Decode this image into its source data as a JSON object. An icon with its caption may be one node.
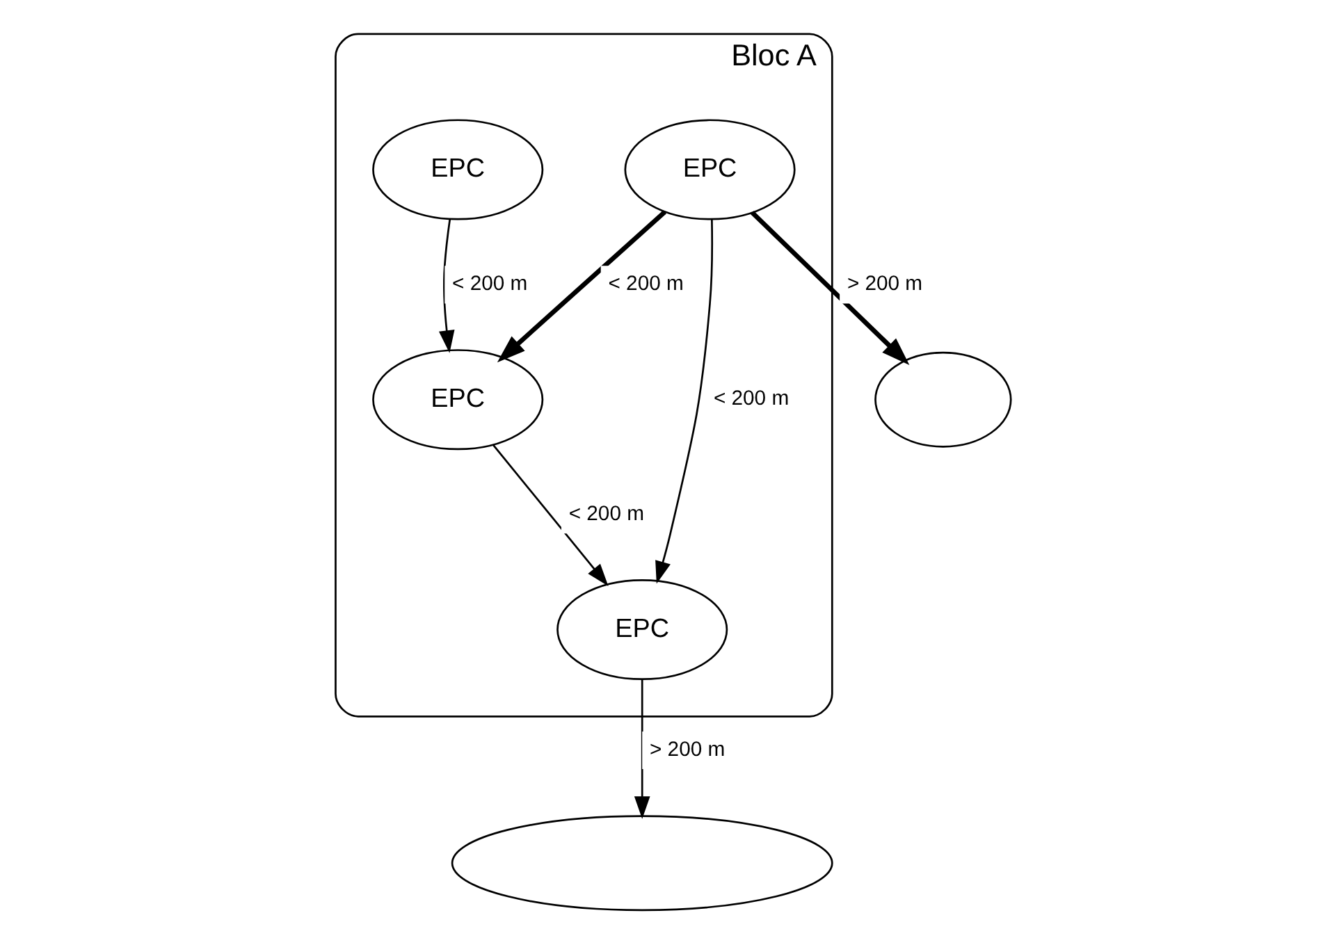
{
  "diagram": {
    "nodes": [
      {
        "text": [
          "Bloc A"
        ]
      },
      {
        "text": [
          "EPC"
        ],
        "in": 0
      },
      {
        "text": [
          "EPC"
        ],
        "in": 0
      },
      {
        "text": [
          "EPC"
        ],
        "in": 0
      },
      {
        "text": [
          "EPC"
        ],
        "in": 0
      },
      {
        "text": [],
        "shape": "blob"
      },
      {
        "text": [],
        "shape": "blob"
      }
    ],
    "edges": [
      {
        "from": 1,
        "to": 2,
        "arrow": "to",
        "label": "< 200 m"
      },
      {
        "from": 3,
        "to": 2,
        "arrow": "to",
        "label": "< 200 m",
        "style": "thick"
      },
      {
        "from": 2,
        "to": 4,
        "arrow": "to",
        "label": "< 200 m"
      },
      {
        "from": 3,
        "to": 4,
        "arrow": "to",
        "label": "< 200 m"
      },
      {
        "from": 4,
        "to": 5,
        "arrow": "to",
        "label": "> 200 m"
      },
      {
        "from": 3,
        "to": 6,
        "arrow": "to",
        "label": "> 200 m",
        "style": "thick"
      }
    ]
  }
}
